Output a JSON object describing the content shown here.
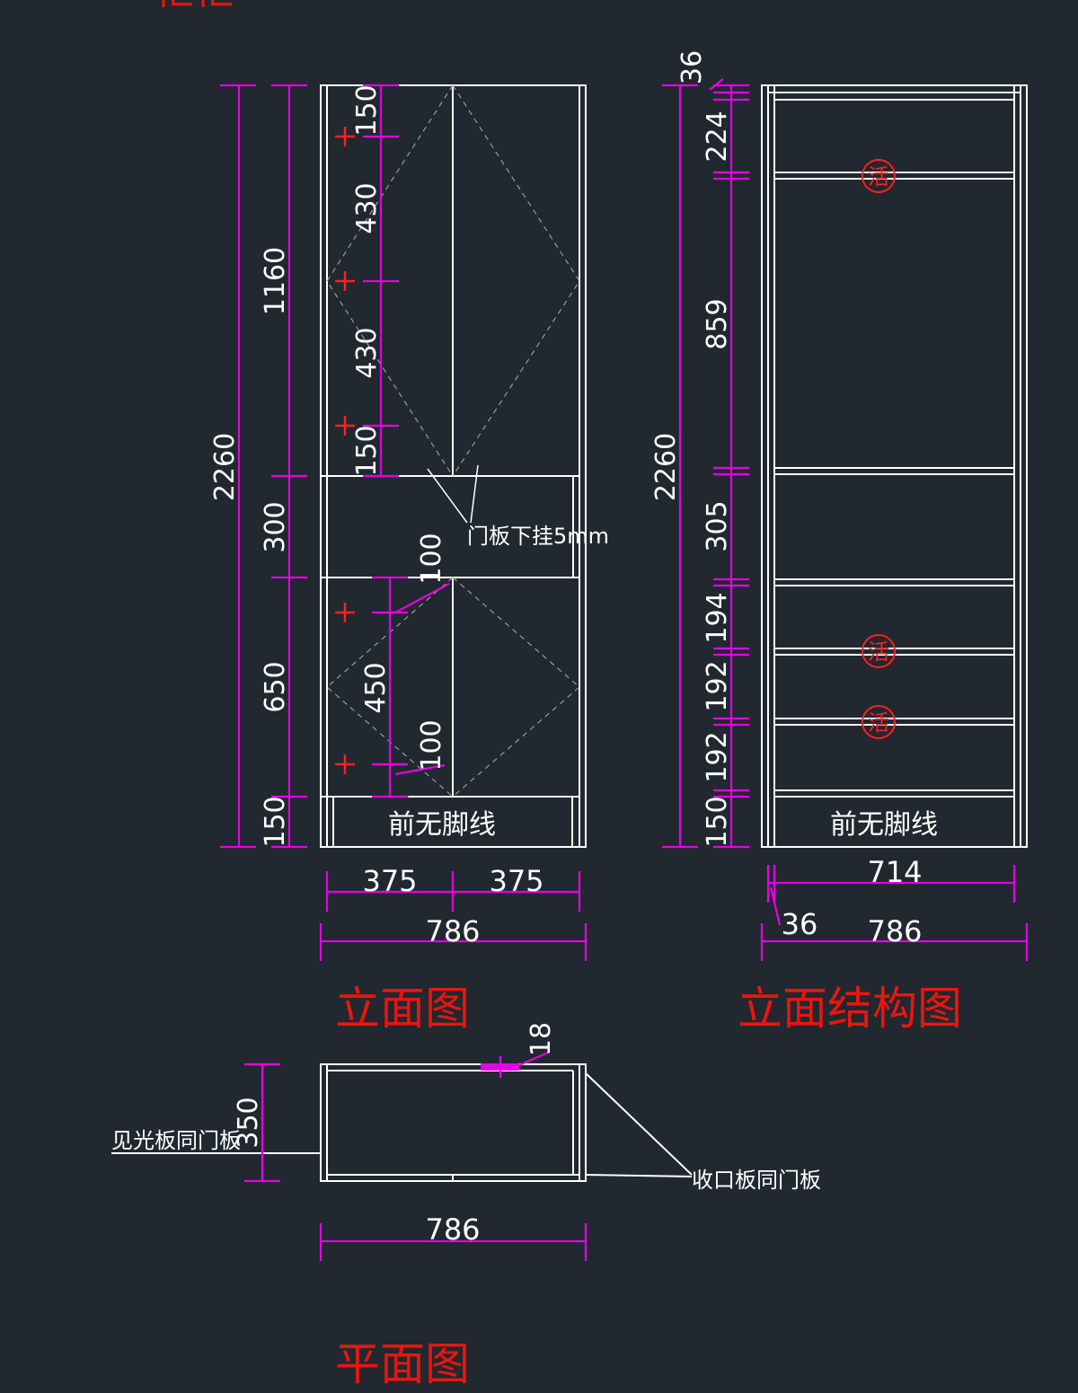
{
  "colors": {
    "background": "#212830",
    "line": "#ffffff",
    "dimension": "#e600e6",
    "title": "#e8160e",
    "hinge_mark": "#ff2020",
    "hidden_line": "#9a9a9a"
  },
  "header": {
    "top_fragment": "柜柜"
  },
  "elevation": {
    "title": "立面图",
    "left_dims": {
      "total": "2260",
      "upper": "1160",
      "niche": "300",
      "lower": "650",
      "base": "150"
    },
    "upper_door_dims": {
      "top": "150",
      "mid1": "430",
      "mid2": "430",
      "bottom": "150"
    },
    "lower_door_dims": {
      "top": "100",
      "mid": "450",
      "bottom": "100"
    },
    "door_note": "门板下挂5mm",
    "base_note": "前无脚线",
    "width_parts": [
      "375",
      "375"
    ],
    "width_total": "786"
  },
  "structure": {
    "title": "立面结构图",
    "left_dims": {
      "total": "2260",
      "top_panel": "36",
      "d1": "224",
      "d2": "859",
      "d3": "305",
      "d4": "194",
      "d5": "192",
      "d6": "192",
      "d7": "150"
    },
    "shelf_mark": "活",
    "base_note": "前无脚线",
    "inner_width": "714",
    "side_thickness": "36",
    "width_total": "786"
  },
  "plan": {
    "title": "平面图",
    "depth": "350",
    "door_thickness": "18",
    "width": "786",
    "left_note": "见光板同门板",
    "right_note": "收口板同门板"
  }
}
